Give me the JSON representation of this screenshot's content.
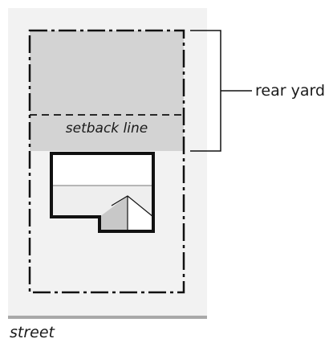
{
  "labels": {
    "rear_yard": "rear yard",
    "setback_line": "setback line",
    "street": "street"
  },
  "colors": {
    "lot_fill": "#f2f2f2",
    "rear_yard_fill": "#d3d3d3",
    "house_fill": "#ffffff",
    "house_band": "#eeeeee",
    "roof_shade": "#c8c8c8",
    "street_line": "#a9a9a9",
    "outline": "#111111"
  }
}
